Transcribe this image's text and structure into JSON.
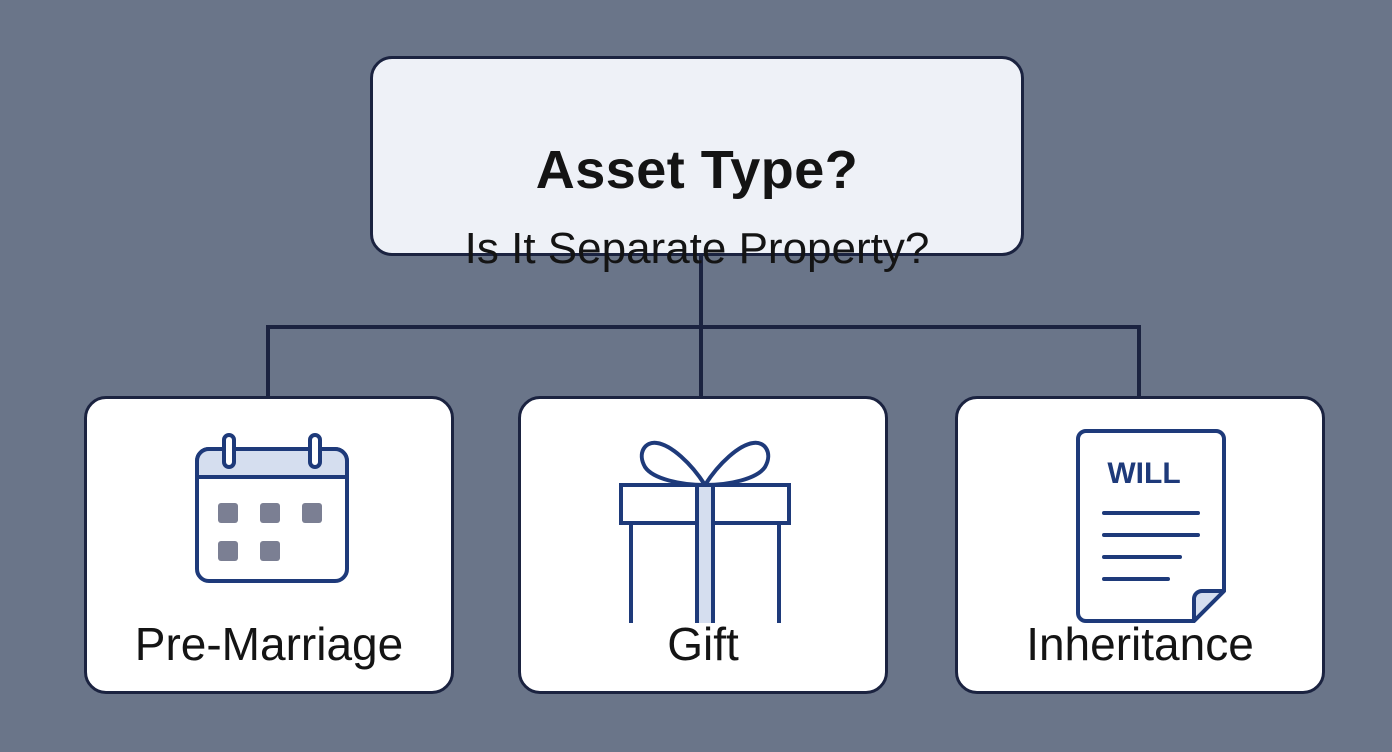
{
  "root": {
    "title": "Asset Type?",
    "subtitle": "Is It Separate Property?"
  },
  "options": [
    {
      "label": "Pre-Marriage",
      "icon": "calendar-icon"
    },
    {
      "label": "Gift",
      "icon": "gift-icon"
    },
    {
      "label": "Inheritance",
      "icon": "will-document-icon",
      "icon_text": "WILL"
    }
  ],
  "colors": {
    "background": "#6a7589",
    "box_fill": "#eef1f7",
    "card_fill": "#ffffff",
    "stroke": "#1b2340",
    "icon_accent": "#1e3a7a",
    "icon_tint": "#d5deef"
  }
}
